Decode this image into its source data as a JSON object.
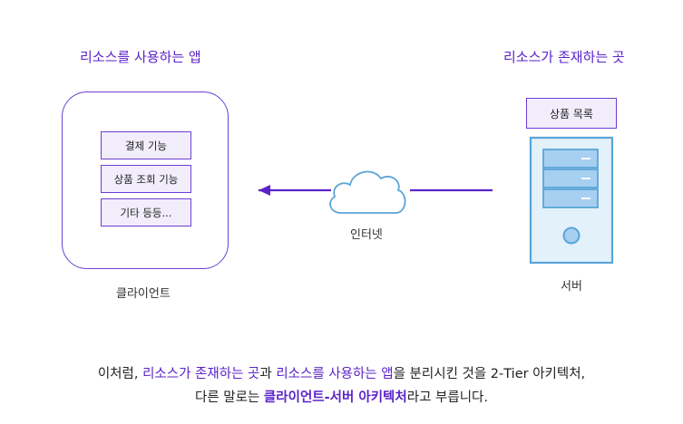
{
  "headings": {
    "left": "리소스를 사용하는 앱",
    "right": "리소스가 존재하는 곳"
  },
  "client": {
    "features": [
      "결제 기능",
      "상품 조회 기능",
      "기타 등등..."
    ],
    "label": "클라이언트"
  },
  "network": {
    "label": "인터넷"
  },
  "server": {
    "resource_label": "상품 목록",
    "label": "서버"
  },
  "caption": {
    "line1": {
      "p1": "이처럼, ",
      "h1": "리소스가 존재하는 곳",
      "p2": "과 ",
      "h2": "리소스를 사용하는 앱",
      "p3": "을 분리시킨 것을 2-Tier 아키텍처,"
    },
    "line2": {
      "p1": "다른 말로는 ",
      "h1": "클라이언트-서버 아키텍처",
      "p2": "라고 부릅니다."
    }
  },
  "colors": {
    "accent": "#5a23c8",
    "box_fill": "#f1edfb",
    "server_fill": "#e3f1fb",
    "server_stroke": "#5aa5d8"
  }
}
